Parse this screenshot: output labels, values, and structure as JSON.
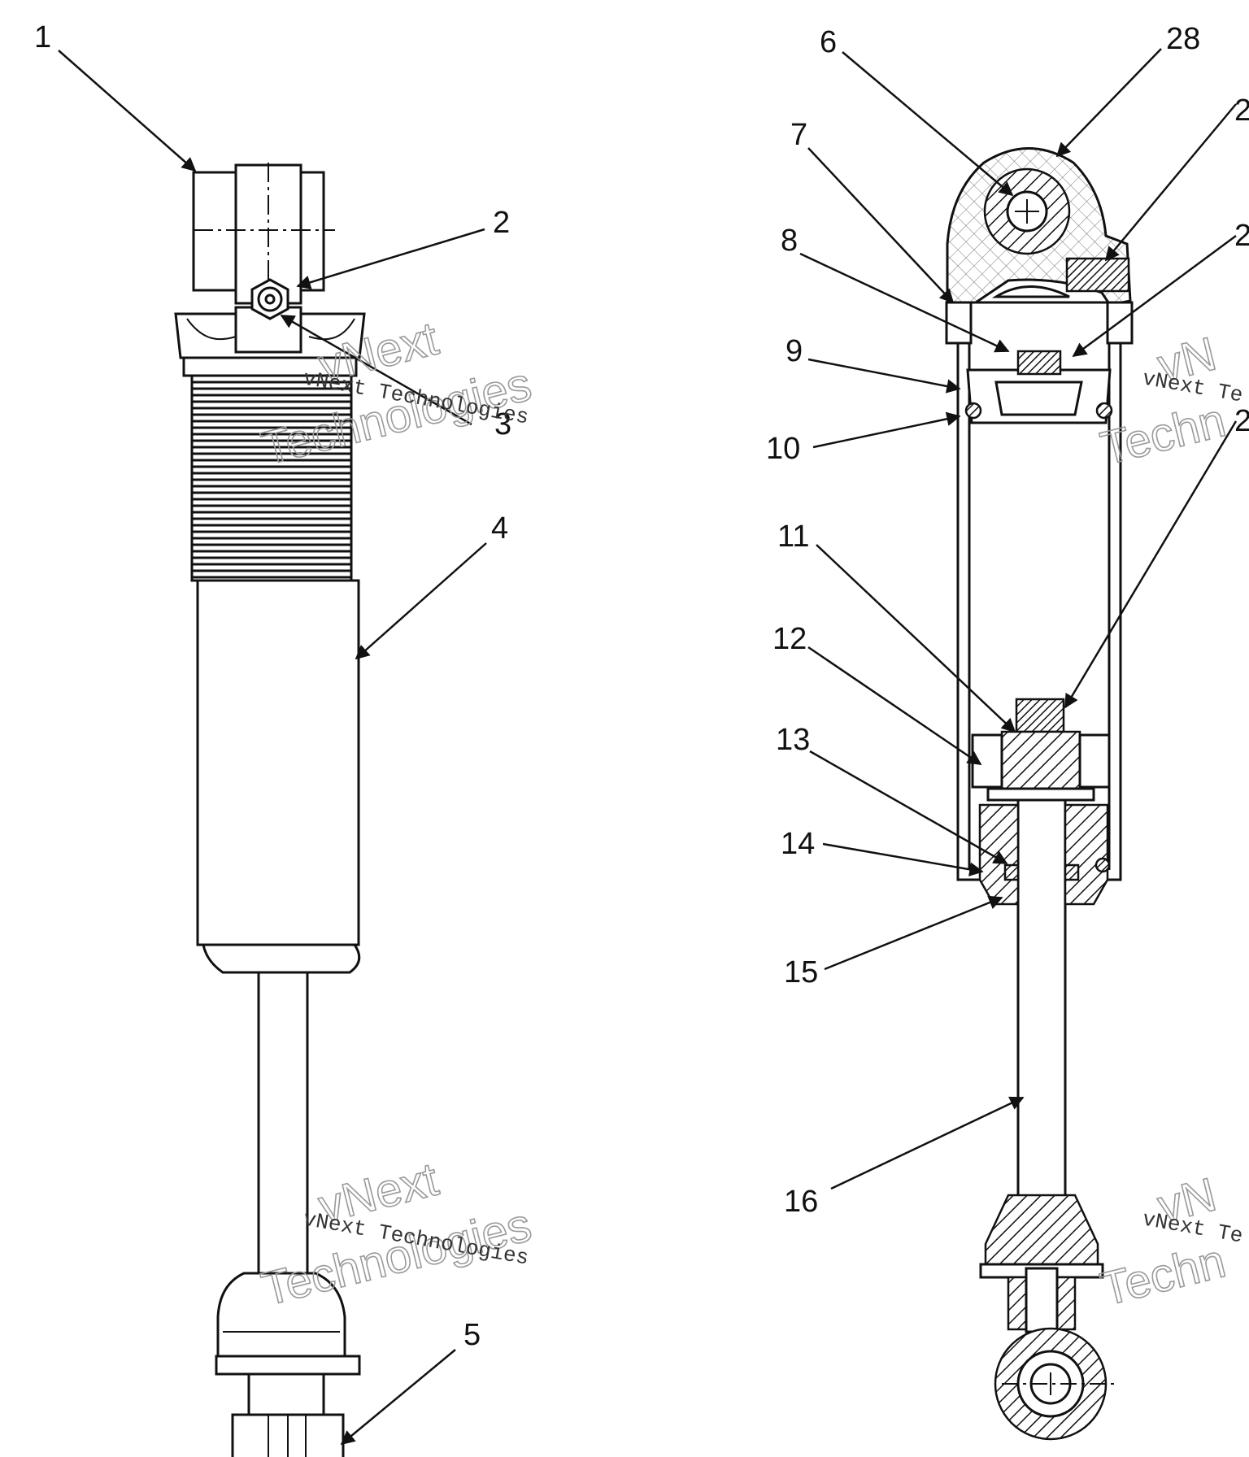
{
  "callouts": [
    {
      "id": "1",
      "text": "1"
    },
    {
      "id": "2",
      "text": "2"
    },
    {
      "id": "3",
      "text": "3"
    },
    {
      "id": "4",
      "text": "4"
    },
    {
      "id": "5",
      "text": "5"
    },
    {
      "id": "6",
      "text": "6"
    },
    {
      "id": "7",
      "text": "7"
    },
    {
      "id": "8",
      "text": "8"
    },
    {
      "id": "9",
      "text": "9"
    },
    {
      "id": "10",
      "text": "10"
    },
    {
      "id": "11",
      "text": "11"
    },
    {
      "id": "12",
      "text": "12"
    },
    {
      "id": "13",
      "text": "13"
    },
    {
      "id": "14",
      "text": "14"
    },
    {
      "id": "15",
      "text": "15"
    },
    {
      "id": "16",
      "text": "16"
    },
    {
      "id": "28",
      "text": "28"
    },
    {
      "id": "r27",
      "text": "2"
    },
    {
      "id": "r26",
      "text": "2"
    },
    {
      "id": "r22",
      "text": "2"
    }
  ],
  "watermarks": {
    "brand_top": "vNext",
    "brand_bottom": "Technologies",
    "caption": "vNext Technologies",
    "caption_partial": "vNext Te",
    "brand_partial": "vN",
    "tech_partial": "Techn"
  }
}
